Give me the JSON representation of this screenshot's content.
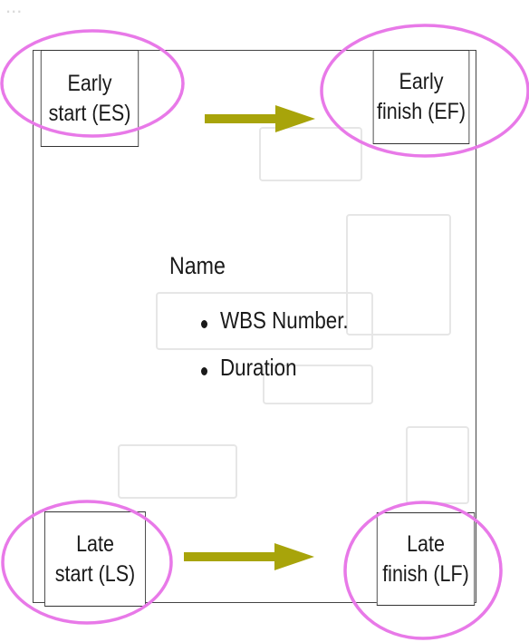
{
  "diagram": {
    "name_label": "Name",
    "bullets": [
      {
        "text": "WBS Number."
      },
      {
        "text": "Duration"
      }
    ],
    "corners": {
      "early_start": {
        "line1": "Early",
        "line2": "start (ES)"
      },
      "early_finish": {
        "line1": "Early",
        "line2": "finish (EF)"
      },
      "late_start": {
        "line1": "Late",
        "line2": "start (LS)"
      },
      "late_finish": {
        "line1": "Late",
        "line2": "finish (LF)"
      }
    },
    "colors": {
      "highlight_ellipse": "#e879e8",
      "arrow": "#a8a40a",
      "box_border": "#333333",
      "text": "#1a1a1a"
    }
  }
}
